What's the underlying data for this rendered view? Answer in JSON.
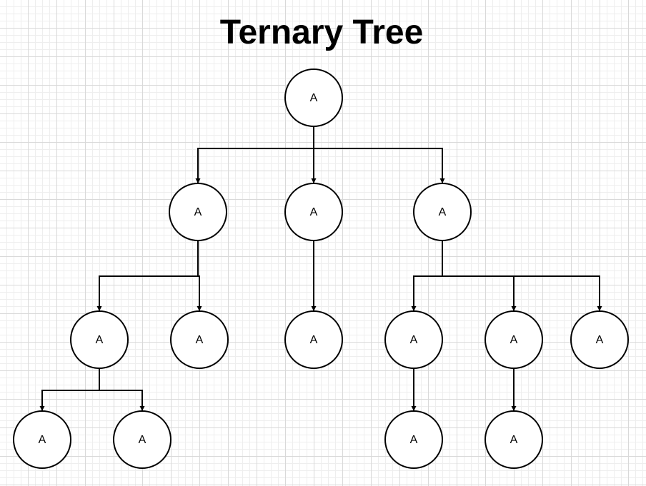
{
  "title": "Ternary Tree",
  "nodes": [
    {
      "id": "root",
      "label": "A"
    },
    {
      "id": "l1-left",
      "label": "A"
    },
    {
      "id": "l1-middle",
      "label": "A"
    },
    {
      "id": "l1-right",
      "label": "A"
    },
    {
      "id": "l2-a",
      "label": "A"
    },
    {
      "id": "l2-b",
      "label": "A"
    },
    {
      "id": "l2-c",
      "label": "A"
    },
    {
      "id": "l2-d",
      "label": "A"
    },
    {
      "id": "l2-e",
      "label": "A"
    },
    {
      "id": "l2-f",
      "label": "A"
    },
    {
      "id": "l3-a",
      "label": "A"
    },
    {
      "id": "l3-b",
      "label": "A"
    },
    {
      "id": "l3-c",
      "label": "A"
    },
    {
      "id": "l3-d",
      "label": "A"
    }
  ],
  "edges": [
    {
      "from": "root",
      "to": "l1-left"
    },
    {
      "from": "root",
      "to": "l1-middle"
    },
    {
      "from": "root",
      "to": "l1-right"
    },
    {
      "from": "l1-left",
      "to": "l2-a"
    },
    {
      "from": "l1-left",
      "to": "l2-b"
    },
    {
      "from": "l1-middle",
      "to": "l2-c"
    },
    {
      "from": "l1-right",
      "to": "l2-d"
    },
    {
      "from": "l1-right",
      "to": "l2-e"
    },
    {
      "from": "l1-right",
      "to": "l2-f"
    },
    {
      "from": "l2-a",
      "to": "l3-a"
    },
    {
      "from": "l2-a",
      "to": "l3-b"
    },
    {
      "from": "l2-d",
      "to": "l3-c"
    },
    {
      "from": "l2-e",
      "to": "l3-d"
    }
  ],
  "colors": {
    "stroke": "#000000",
    "node_fill": "#ffffff"
  }
}
